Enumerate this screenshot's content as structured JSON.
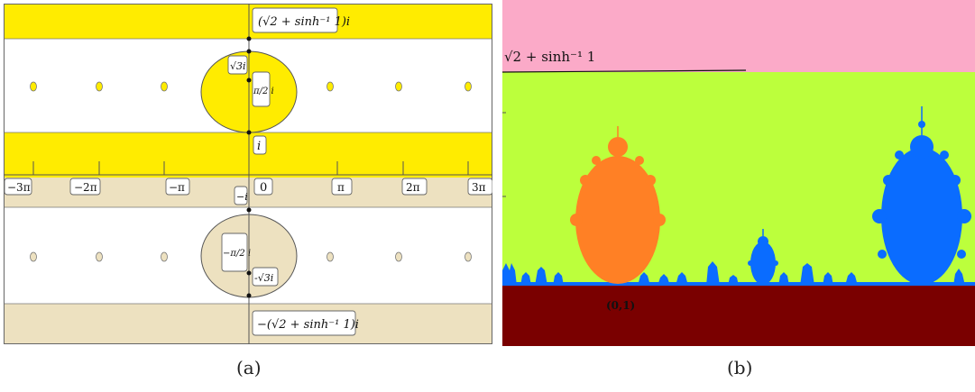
{
  "panel_a": {
    "caption": "(a)",
    "colors": {
      "yellow": "#ffec00",
      "tan": "#ede1c0",
      "white": "#ffffff",
      "outline": "#555555"
    },
    "top_label": "(√2 + sinh⁻¹ 1)i",
    "bottom_label": "−(√2 + sinh⁻¹ 1)i",
    "sqrt3i_label": "√3i",
    "neg_sqrt3i_label": "-√3i",
    "pi_half_i_label": "π/2 i",
    "neg_pi_half_i_label": "−π/2 i",
    "i_label": "i",
    "neg_i_label": "−i",
    "zero_label": "0",
    "axis_labels": [
      "−3π",
      "−2π",
      "−π",
      "π",
      "2π",
      "3π"
    ]
  },
  "panel_b": {
    "caption": "(b)",
    "colors": {
      "pink": "#fbaac8",
      "green": "#bcff3c",
      "orange": "#ff8025",
      "blue": "#0a6cff",
      "maroon": "#7a0000"
    },
    "top_label": "√2 + sinh⁻¹ 1",
    "point_label": "(0,1)"
  }
}
